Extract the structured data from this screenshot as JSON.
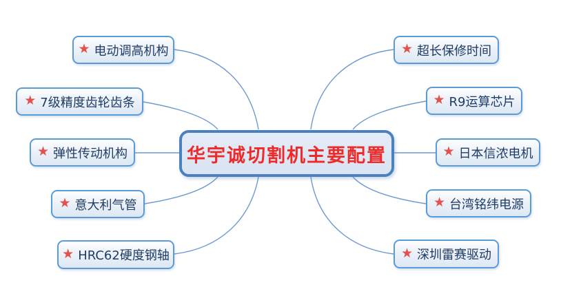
{
  "center_node": {
    "label": "华宇诚切割机主要配置",
    "text_color": "#ee2a2a"
  },
  "branches": {
    "left": [
      {
        "label": "电动调高机构"
      },
      {
        "label": "7级精度齿轮齿条"
      },
      {
        "label": "弹性传动机构"
      },
      {
        "label": "意大利气管"
      },
      {
        "label": "HRC62硬度钢轴"
      }
    ],
    "right": [
      {
        "label": "超长保修时间"
      },
      {
        "label": "R9运算芯片"
      },
      {
        "label": "日本信浓电机"
      },
      {
        "label": "台湾铭纬电源"
      },
      {
        "label": "深圳雷赛驱动"
      }
    ]
  },
  "icons": {
    "star_glyph": "★",
    "star_color": "#e2514c"
  },
  "colors": {
    "connector": "#6d99cf",
    "node_border": "#5b9bd5",
    "node_text": "#1f3c64",
    "center_border": "#4c80bf",
    "center_fill": "#dce6f2",
    "background": "#ffffff"
  }
}
